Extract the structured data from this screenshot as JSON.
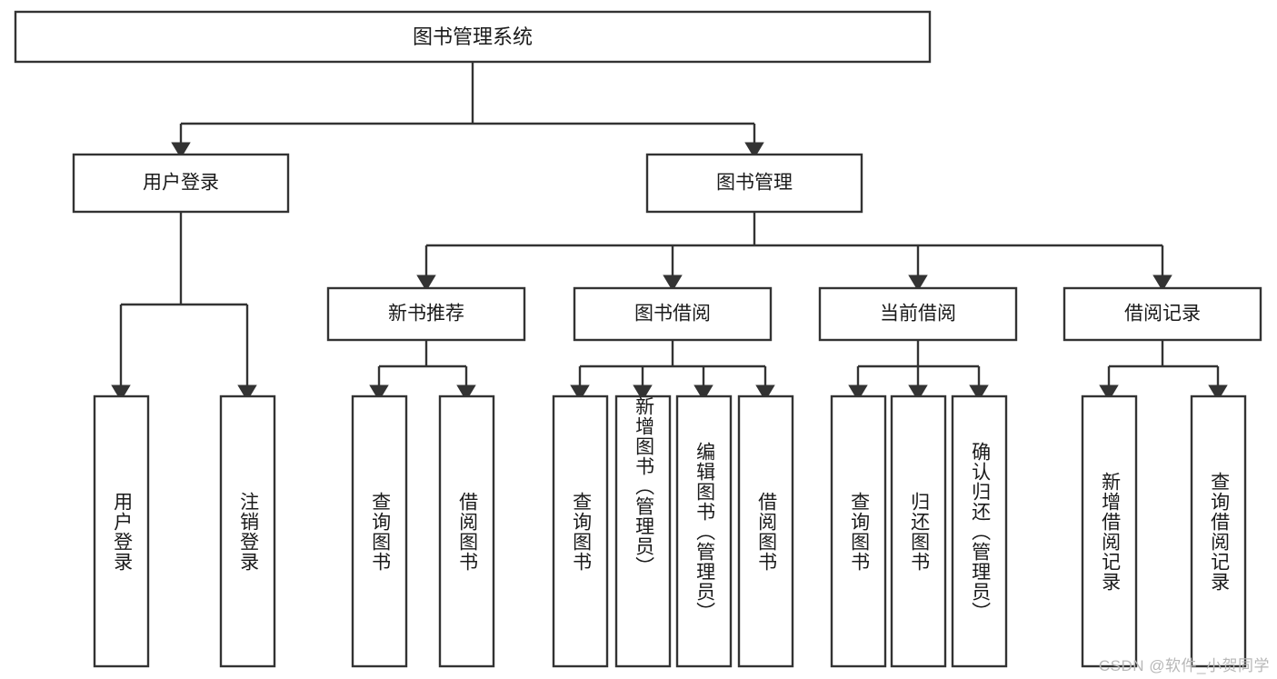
{
  "diagram": {
    "type": "tree-hierarchy-chart",
    "title": "图书管理系统",
    "colors": {
      "box_stroke": "#333333",
      "box_fill": "#ffffff",
      "text": "#1a1a1a",
      "background": "#ffffff",
      "watermark": "#b8b8b8"
    },
    "root": {
      "label": "图书管理系统"
    },
    "level2": [
      {
        "label": "用户登录"
      },
      {
        "label": "图书管理"
      }
    ],
    "level3": [
      {
        "label": "新书推荐"
      },
      {
        "label": "图书借阅"
      },
      {
        "label": "当前借阅"
      },
      {
        "label": "借阅记录"
      }
    ],
    "leaves": {
      "user_login": [
        {
          "label": "用户登录"
        },
        {
          "label": "注销登录"
        }
      ],
      "new_book_recommend": [
        {
          "label": "查询图书"
        },
        {
          "label": "借阅图书"
        }
      ],
      "book_borrow": [
        {
          "label": "查询图书"
        },
        {
          "label": "新增图书（管理员）"
        },
        {
          "label": "编辑图书（管理员）"
        },
        {
          "label": "借阅图书"
        }
      ],
      "current_borrow": [
        {
          "label": "查询图书"
        },
        {
          "label": "归还图书"
        },
        {
          "label": "确认归还（管理员）"
        }
      ],
      "borrow_record": [
        {
          "label": "新增借阅记录"
        },
        {
          "label": "查询借阅记录"
        }
      ]
    }
  },
  "watermark": {
    "text": "CSDN @软件_小贺同学"
  }
}
